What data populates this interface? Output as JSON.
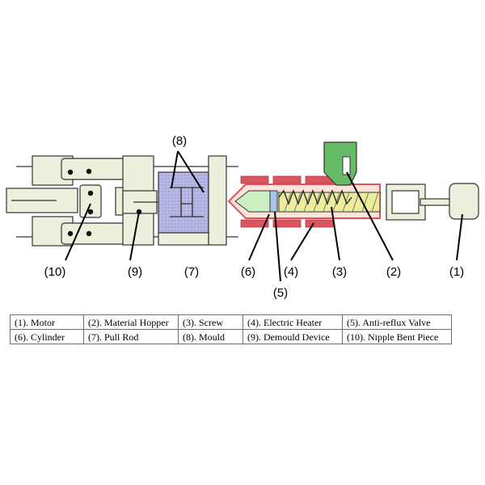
{
  "callouts": {
    "c8": "(8)",
    "c10": "(10)",
    "c9": "(9)",
    "c7": "(7)",
    "c6": "(6)",
    "c4": "(4)",
    "c3": "(3)",
    "c2": "(2)",
    "c1": "(1)",
    "c5": "(5)"
  },
  "legend": {
    "rows": [
      [
        "(1). Motor",
        "(2). Material Hopper",
        "(3). Screw",
        "(4). Electric Heater",
        "(5). Anti-reflux Valve"
      ],
      [
        "(6). Cylinder",
        "(7). Pull Rod",
        "(8). Mould",
        "(9). Demould Device",
        "(10). Nipple Bent Piece"
      ]
    ]
  },
  "colors": {
    "frame": "#eeeedd",
    "mould": "#b8b8e6",
    "heater": "#d9555f",
    "hopper": "#66bb66",
    "cylinder_fill": "#fde3da",
    "cylinder_edge": "#d9555f",
    "nozzle": "#ccefc4",
    "screw": "#ecec9a",
    "spring": "#2a2a2a",
    "outline": "#333333"
  }
}
